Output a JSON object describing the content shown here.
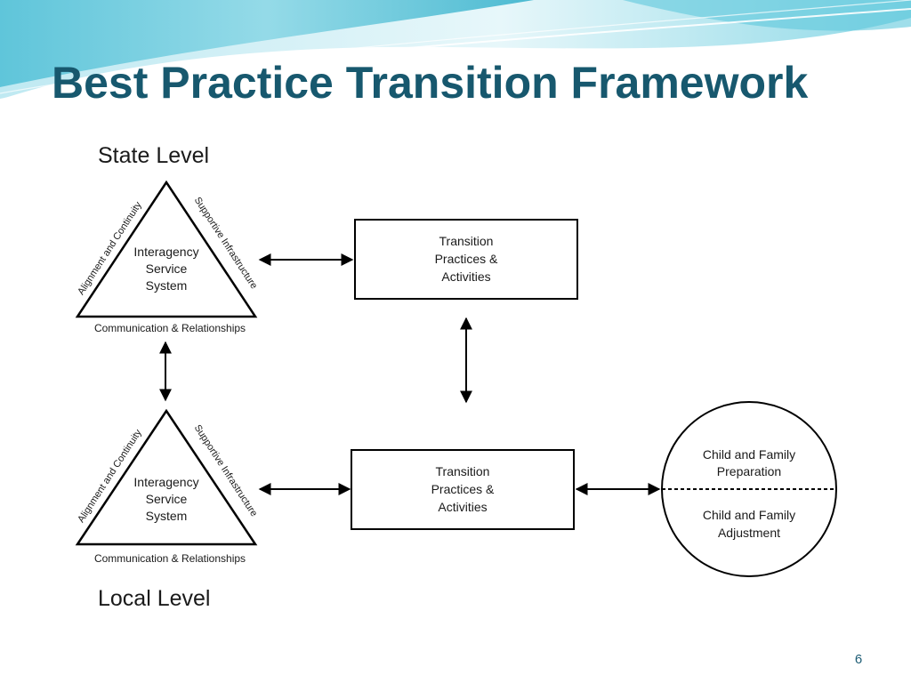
{
  "slide": {
    "title": "Best Practice Transition Framework",
    "page_number": "6",
    "colors": {
      "title": "#17586e",
      "banner_light": "#cfeef4",
      "banner_mid": "#7fd4e3",
      "banner_dark": "#1aa8c5"
    }
  },
  "diagram": {
    "state_level_label": "State Level",
    "local_level_label": "Local Level",
    "state_triangle": {
      "left_side": "Alignment and Continuity",
      "right_side": "Supportive Infrastructure",
      "bottom": "Communication & Relationships",
      "center_lines": [
        "Interagency",
        "Service",
        "System"
      ]
    },
    "local_triangle": {
      "left_side": "Alignment and Continuity",
      "right_side": "Supportive Infrastructure",
      "bottom": "Communication & Relationships",
      "center_lines": [
        "Interagency",
        "Service",
        "System"
      ]
    },
    "state_box_lines": [
      "Transition",
      "Practices &",
      "Activities"
    ],
    "local_box_lines": [
      "Transition",
      "Practices &",
      "Activities"
    ],
    "circle_top_lines": [
      "Child and Family",
      "Preparation"
    ],
    "circle_bottom_lines": [
      "Child and Family",
      "Adjustment"
    ]
  }
}
